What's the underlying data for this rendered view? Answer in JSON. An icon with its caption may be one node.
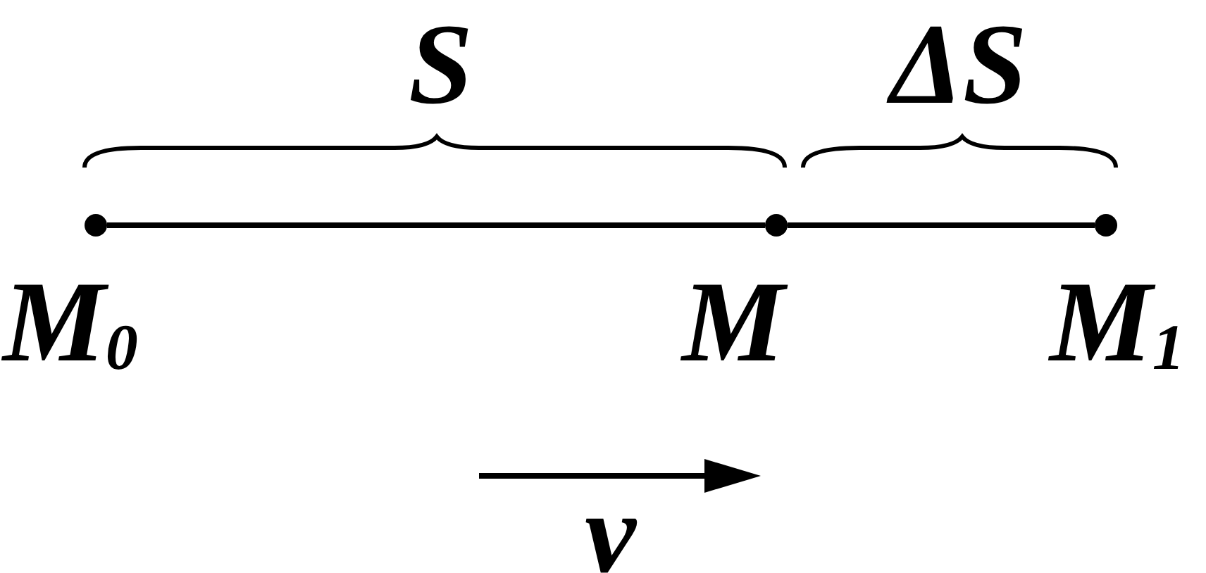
{
  "diagram": {
    "nodes": [
      {
        "text": [],
        "shape": "circle",
        "beside": [
          "M$_{0}$"
        ]
      },
      {
        "text": [],
        "shape": "circle",
        "beside": [
          "M"
        ]
      },
      {
        "text": [],
        "shape": "circle",
        "beside": [
          "M$_{1}$"
        ]
      }
    ],
    "edges": [
      {
        "from": 0,
        "to": 1,
        "arrow": "none"
      },
      {
        "from": 1,
        "to": 2,
        "arrow": "none"
      }
    ],
    "labels": [
      "S",
      "ΔS",
      "v"
    ]
  }
}
